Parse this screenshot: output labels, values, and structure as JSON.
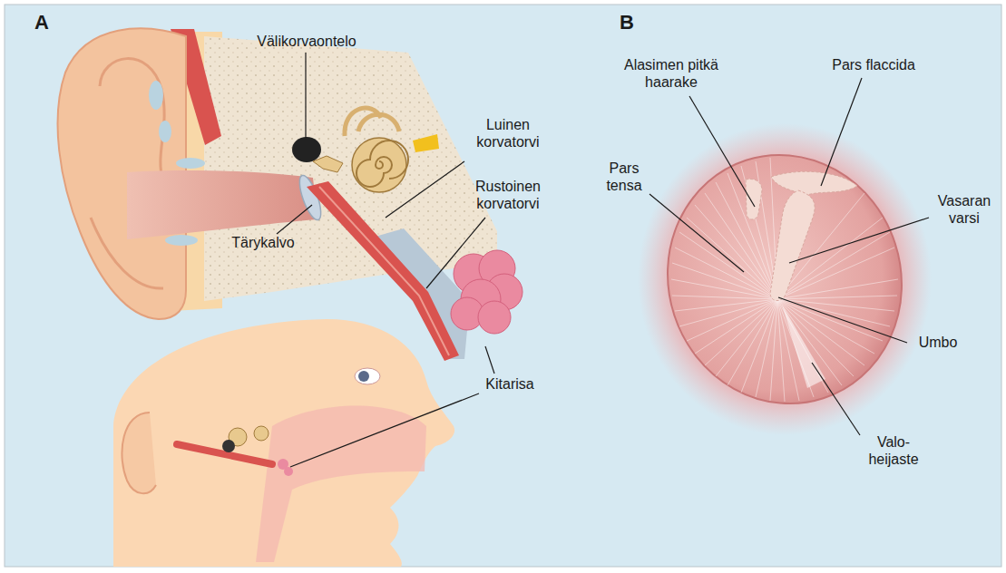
{
  "diagram": {
    "labels": [
      "A",
      "Välikorvaontelo",
      "Luinen korvatorvi",
      "Rustoinen korvatorvi",
      "Tärykalvo",
      "Kitarisa",
      "B",
      "Alasimen pitkä haarake",
      "Pars flaccida",
      "Pars tensa",
      "Vasaran varsi",
      "Umbo",
      "Valo- heijaste"
    ]
  }
}
